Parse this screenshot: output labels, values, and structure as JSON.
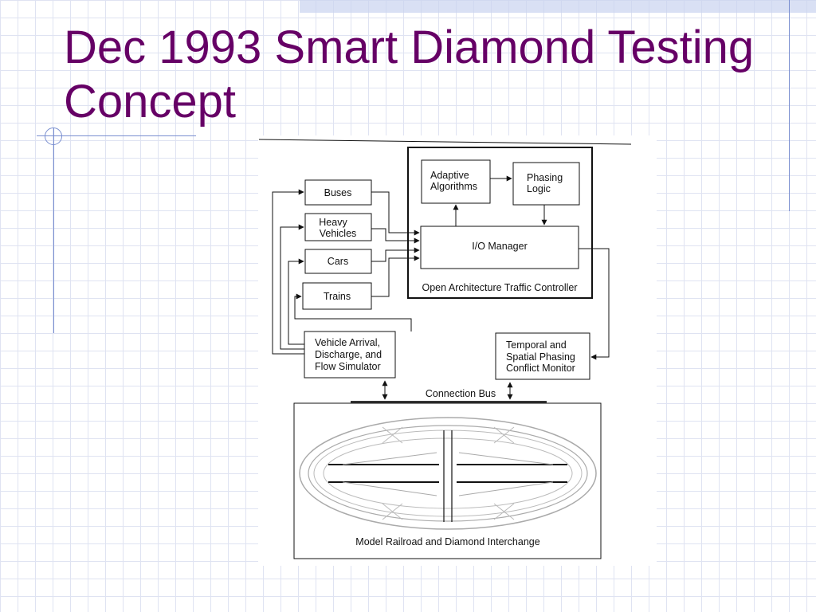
{
  "slide": {
    "title_line1": "Dec 1993 Smart Diamond Testing",
    "title_line2": "Concept"
  },
  "diagram": {
    "controller_label": "Open Architecture Traffic Controller",
    "adaptive_line1": "Adaptive",
    "adaptive_line2": "Algorithms",
    "phasing_line1": "Phasing",
    "phasing_line2": "Logic",
    "io_manager": "I/O Manager",
    "buses": "Buses",
    "heavy_line1": "Heavy",
    "heavy_line2": "Vehicles",
    "cars": "Cars",
    "trains": "Trains",
    "simulator_line1": "Vehicle Arrival,",
    "simulator_line2": "Discharge, and",
    "simulator_line3": "Flow Simulator",
    "monitor_line1": "Temporal and",
    "monitor_line2": "Spatial Phasing",
    "monitor_line3": "Conflict Monitor",
    "connection_bus": "Connection Bus",
    "railroad_label": "Model Railroad and Diamond Interchange"
  },
  "colors": {
    "title": "#660066",
    "grid": "#dfe3f2",
    "accent_line": "#7a8fd0"
  }
}
